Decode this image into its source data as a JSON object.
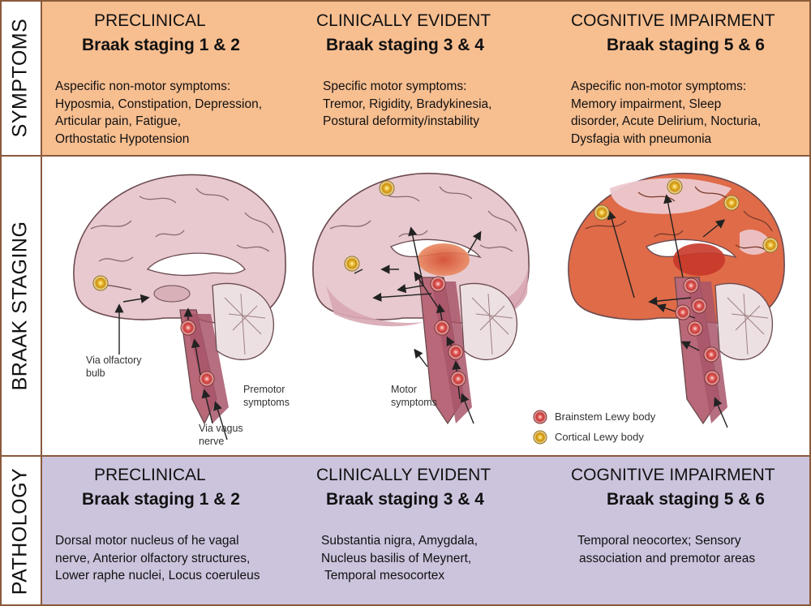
{
  "rows": {
    "symptoms": "SYMPTOMS",
    "braak": "BRAAK STAGING",
    "pathology": "PATHOLOGY"
  },
  "symptoms": [
    {
      "stage": "PRECLINICAL",
      "braak": "Braak staging 1 & 2",
      "lines": [
        "Aspecific non-motor symptoms:",
        "Hyposmia, Constipation, Depression,",
        "Articular pain, Fatigue,",
        "Orthostatic Hypotension"
      ]
    },
    {
      "stage": "CLINICALLY EVIDENT",
      "braak": "Braak staging 3 & 4",
      "lines": [
        "Specific motor symptoms:",
        "Tremor, Rigidity, Bradykinesia,",
        "Postural deformity/instability"
      ]
    },
    {
      "stage": "COGNITIVE IMPAIRMENT",
      "braak": "Braak staging 5 & 6",
      "lines": [
        "Aspecific non-motor symptoms:",
        "Memory impairment, Sleep",
        "disorder, Acute Delirium, Nocturia,",
        "Dysfagia with pneumonia"
      ]
    }
  ],
  "pathology": [
    {
      "stage": "PRECLINICAL",
      "braak": "Braak staging 1 & 2",
      "lines": [
        "Dorsal motor nucleus of he vagal",
        "nerve, Anterior olfactory structures,",
        "Lower raphe nuclei, Locus coeruleus"
      ]
    },
    {
      "stage": "CLINICALLY EVIDENT",
      "braak": "Braak staging 3 & 4",
      "lines": [
        "Substantia nigra, Amygdala,",
        "Nucleus basilis of Meynert,",
        "Temporal mesocortex"
      ]
    },
    {
      "stage": "COGNITIVE IMPAIRMENT",
      "braak": "Braak staging 5 & 6",
      "lines": [
        "Temporal neocortex; Sensory",
        "association and premotor areas"
      ]
    }
  ],
  "figure": {
    "olfactory_1": "Via olfactory",
    "olfactory_2": "bulb",
    "vagus_1": "Via vagus",
    "vagus_2": "nerve",
    "premotor_1": "Premotor",
    "premotor_2": "symptoms",
    "motor_1": "Motor",
    "motor_2": "symptoms",
    "legend": [
      {
        "label": "Brainstem Lewy body",
        "color": "#d9534f"
      },
      {
        "label": "Cortical Lewy body",
        "color": "#e8c23a"
      }
    ]
  },
  "colors": {
    "symptoms_bg": "#f7be90",
    "pathology_bg": "#ccc4dd",
    "border": "#8a5a3c",
    "brain": "#e7c9cf",
    "affected": "#e06b48"
  }
}
